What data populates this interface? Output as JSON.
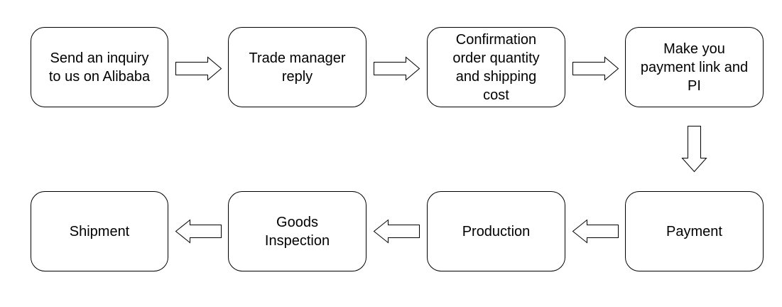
{
  "flowchart": {
    "steps": [
      {
        "id": "send-inquiry",
        "label": "Send an inquiry\nto us on Alibaba"
      },
      {
        "id": "trade-manager-reply",
        "label": "Trade manager\nreply"
      },
      {
        "id": "confirmation",
        "label": "Confirmation\norder quantity\nand shipping\ncost"
      },
      {
        "id": "payment-link",
        "label": "Make you\npayment link and\nPI"
      },
      {
        "id": "payment",
        "label": "Payment"
      },
      {
        "id": "production",
        "label": "Production"
      },
      {
        "id": "goods-inspection",
        "label": "Goods\nInspection"
      },
      {
        "id": "shipment",
        "label": "Shipment"
      }
    ],
    "connections": [
      {
        "from": "send-inquiry",
        "to": "trade-manager-reply",
        "direction": "right"
      },
      {
        "from": "trade-manager-reply",
        "to": "confirmation",
        "direction": "right"
      },
      {
        "from": "confirmation",
        "to": "payment-link",
        "direction": "right"
      },
      {
        "from": "payment-link",
        "to": "payment",
        "direction": "down"
      },
      {
        "from": "payment",
        "to": "production",
        "direction": "left"
      },
      {
        "from": "production",
        "to": "goods-inspection",
        "direction": "left"
      },
      {
        "from": "goods-inspection",
        "to": "shipment",
        "direction": "left"
      }
    ],
    "colors": {
      "stroke": "#000000",
      "fill": "#ffffff",
      "text": "#000000"
    }
  }
}
